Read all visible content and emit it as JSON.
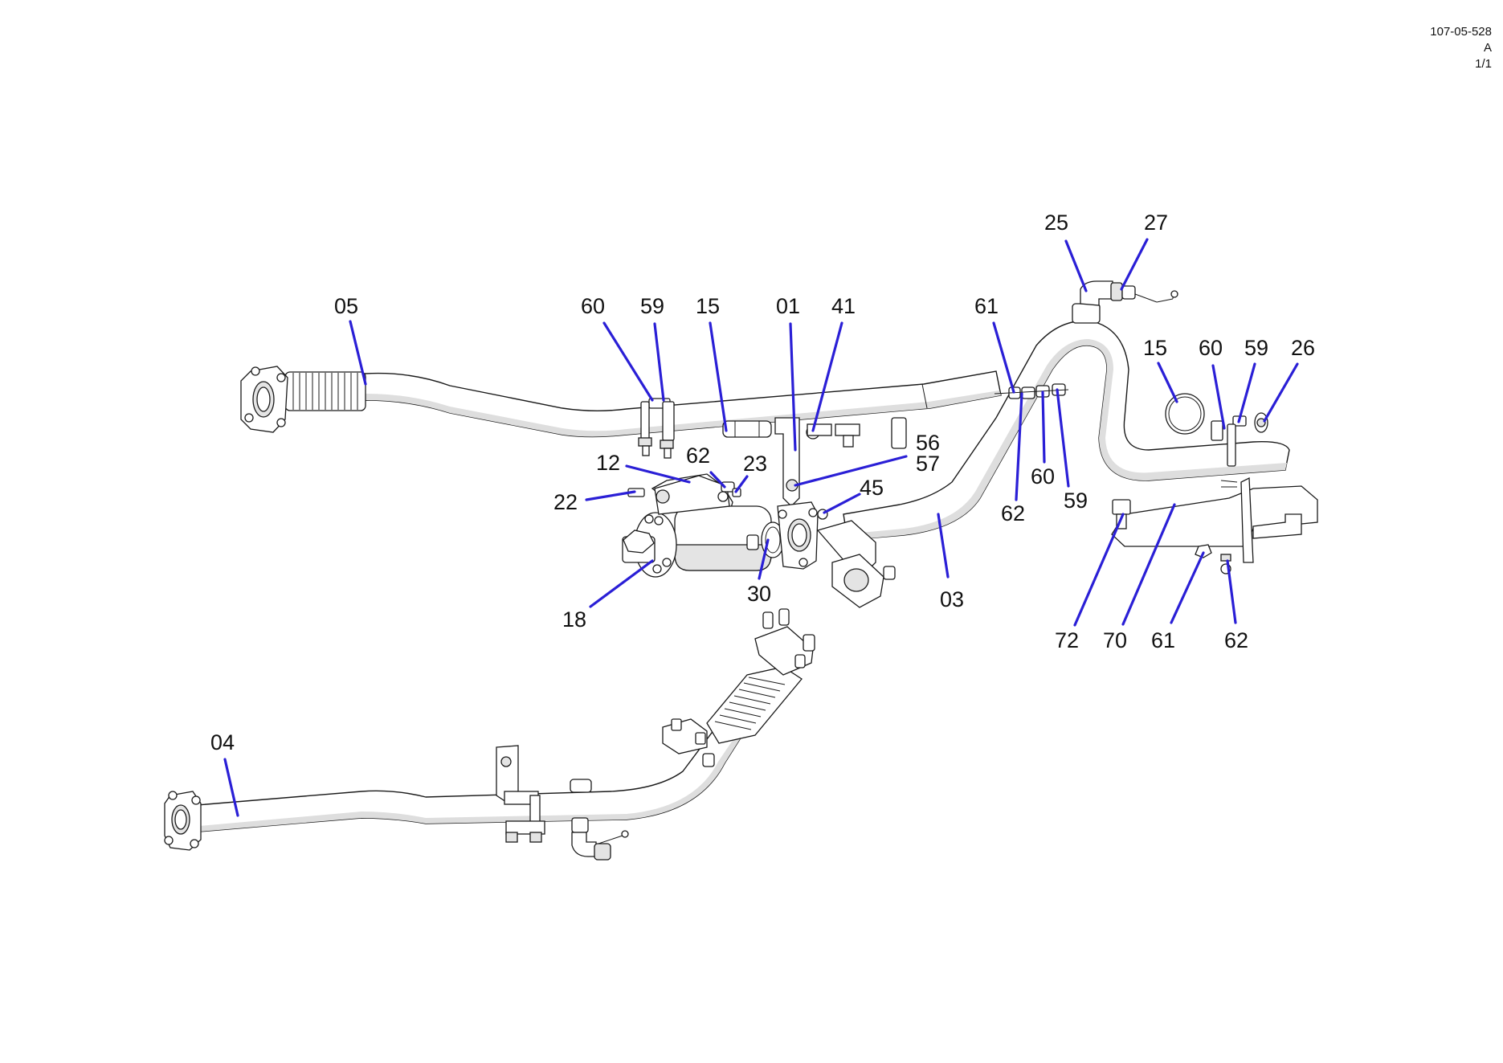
{
  "header": {
    "document_number": "107-05-528",
    "revision": "A",
    "sheet": "1/1"
  },
  "callouts": [
    {
      "id": "05",
      "label": "05"
    },
    {
      "id": "60a",
      "label": "60"
    },
    {
      "id": "59a",
      "label": "59"
    },
    {
      "id": "15a",
      "label": "15"
    },
    {
      "id": "01",
      "label": "01"
    },
    {
      "id": "41",
      "label": "41"
    },
    {
      "id": "61a",
      "label": "61"
    },
    {
      "id": "25",
      "label": "25"
    },
    {
      "id": "27",
      "label": "27"
    },
    {
      "id": "15b",
      "label": "15"
    },
    {
      "id": "60b",
      "label": "60"
    },
    {
      "id": "59b",
      "label": "59"
    },
    {
      "id": "26",
      "label": "26"
    },
    {
      "id": "12",
      "label": "12"
    },
    {
      "id": "62a",
      "label": "62"
    },
    {
      "id": "23",
      "label": "23"
    },
    {
      "id": "56",
      "label": "56"
    },
    {
      "id": "57",
      "label": "57"
    },
    {
      "id": "22",
      "label": "22"
    },
    {
      "id": "45",
      "label": "45"
    },
    {
      "id": "62b",
      "label": "62"
    },
    {
      "id": "60c",
      "label": "60"
    },
    {
      "id": "59c",
      "label": "59"
    },
    {
      "id": "18",
      "label": "18"
    },
    {
      "id": "30",
      "label": "30"
    },
    {
      "id": "03",
      "label": "03"
    },
    {
      "id": "72",
      "label": "72"
    },
    {
      "id": "70",
      "label": "70"
    },
    {
      "id": "61b",
      "label": "61"
    },
    {
      "id": "62c",
      "label": "62"
    },
    {
      "id": "04",
      "label": "04"
    }
  ],
  "colors": {
    "leader": "#2a1fd6",
    "outline": "#1a1a1a",
    "shade": "#dedede"
  }
}
